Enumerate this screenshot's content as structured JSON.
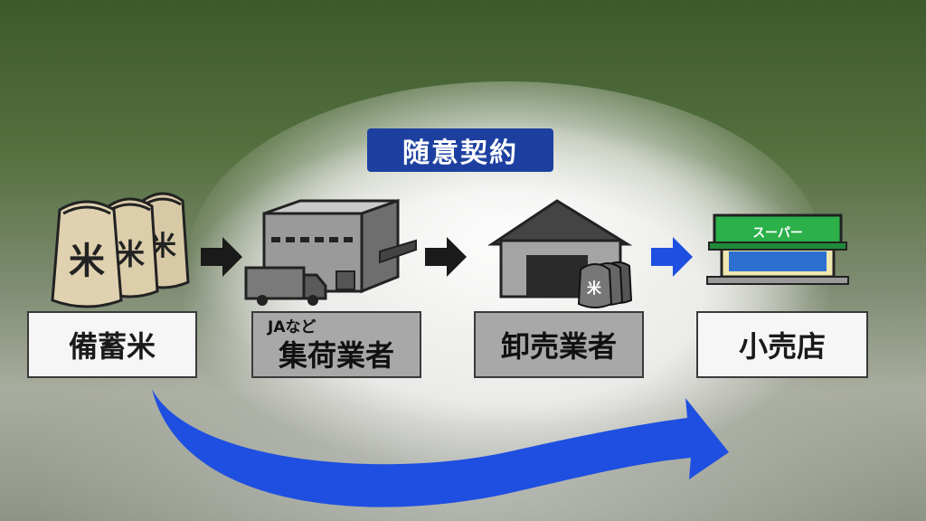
{
  "title": "随意契約",
  "nodes": [
    {
      "label": "備蓄米"
    },
    {
      "sublabel": "JAなど",
      "label": "集荷業者"
    },
    {
      "label": "卸売業者"
    },
    {
      "label": "小売店"
    }
  ],
  "icons": {
    "rice_bag_char": "米",
    "store_sign": "スーパー"
  },
  "colors": {
    "title_bg": "#1d40a0",
    "blue_arrow": "#1f4fe0",
    "black_arrow": "#1a1a1a",
    "gray_box": "#a8a8a8"
  }
}
